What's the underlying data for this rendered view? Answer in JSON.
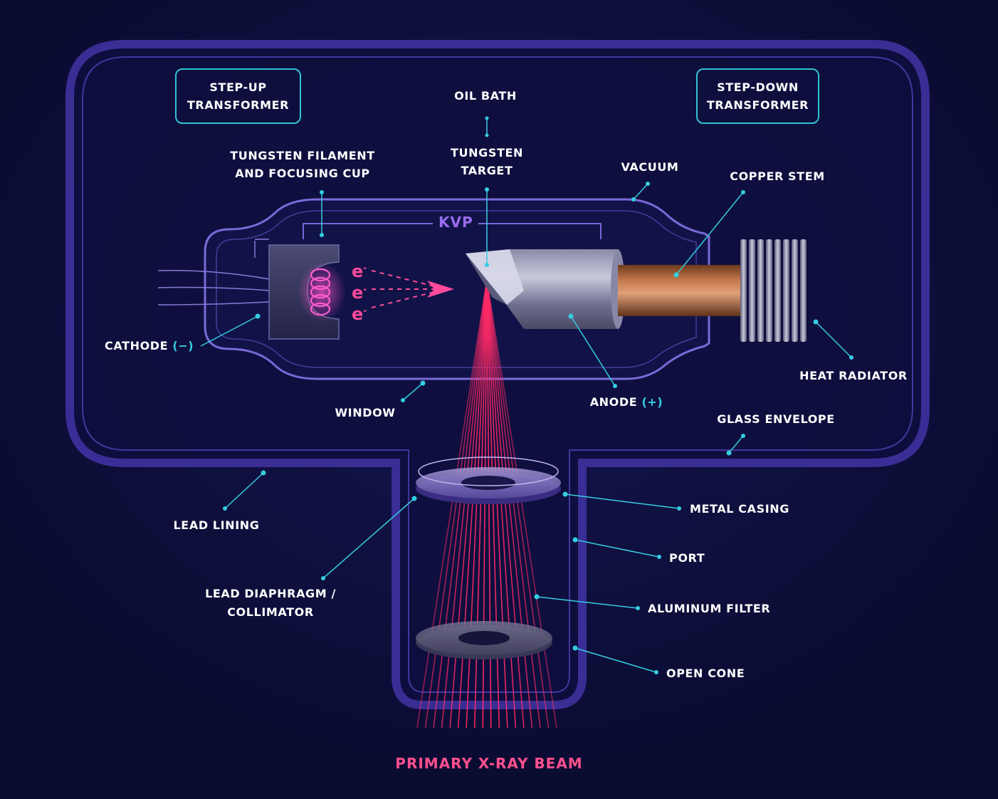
{
  "labels": {
    "step_up_1": "STEP-UP",
    "step_up_2": "TRANSFORMER",
    "step_down_1": "STEP-DOWN",
    "step_down_2": "TRANSFORMER",
    "oil_bath": "OIL BATH",
    "tungsten_filament_1": "TUNGSTEN FILAMENT",
    "tungsten_filament_2": "AND FOCUSING CUP",
    "tungsten_target_1": "TUNGSTEN",
    "tungsten_target_2": "TARGET",
    "vacuum": "VACUUM",
    "copper_stem": "COPPER STEM",
    "kvp": "KVP",
    "cathode": "CATHODE",
    "cathode_sign": "(−)",
    "anode": "ANODE",
    "anode_sign": "(+)",
    "heat_radiator": "HEAT RADIATOR",
    "window": "WINDOW",
    "glass_envelope": "GLASS ENVELOPE",
    "lead_lining": "LEAD LINING",
    "metal_casing": "METAL CASING",
    "port": "PORT",
    "lead_diaphragm_1": "LEAD DIAPHRAGM /",
    "lead_diaphragm_2": "COLLIMATOR",
    "aluminum_filter": "ALUMINUM FILTER",
    "open_cone": "OPEN CONE",
    "primary_beam": "PRIMARY X-RAY BEAM",
    "electron": "e",
    "electron_sup": "-"
  },
  "colors": {
    "background": "#0a0b30",
    "housing": "#3d2f9a",
    "leader": "#35cde0",
    "beam": "#ff2a66",
    "electron": "#ff4a9a",
    "kvp": "#9a6df0",
    "copper": "#a8602f"
  }
}
